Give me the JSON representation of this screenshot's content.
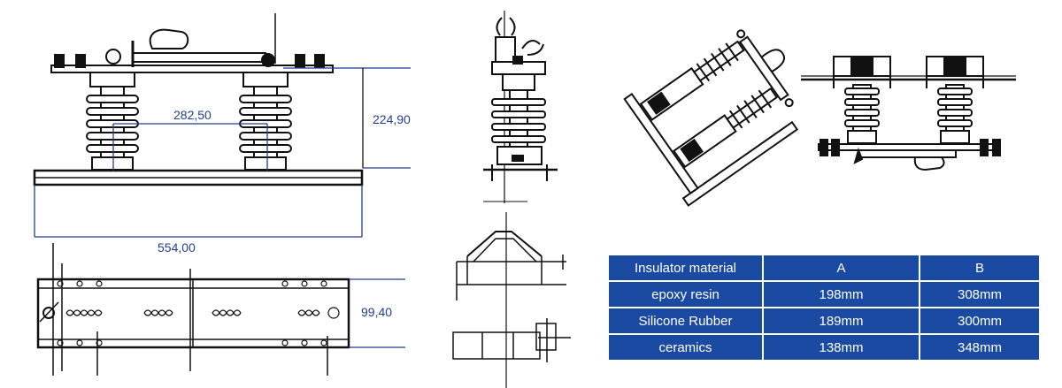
{
  "dimensions": {
    "span": "282,50",
    "height": "224,90",
    "length": "554,00",
    "width": "99,40"
  },
  "table": {
    "headers": [
      "Insulator material",
      "A",
      "B"
    ],
    "rows": [
      {
        "material": "epoxy resin",
        "a": "198mm",
        "b": "308mm"
      },
      {
        "material": "Silicone Rubber",
        "a": "189mm",
        "b": "300mm"
      },
      {
        "material": "ceramics",
        "a": "138mm",
        "b": "348mm"
      }
    ]
  },
  "colors": {
    "line": "#111111",
    "dimension": "#1f3f8f",
    "table_bg": "#1b4aa3",
    "table_text": "#ffffff"
  }
}
